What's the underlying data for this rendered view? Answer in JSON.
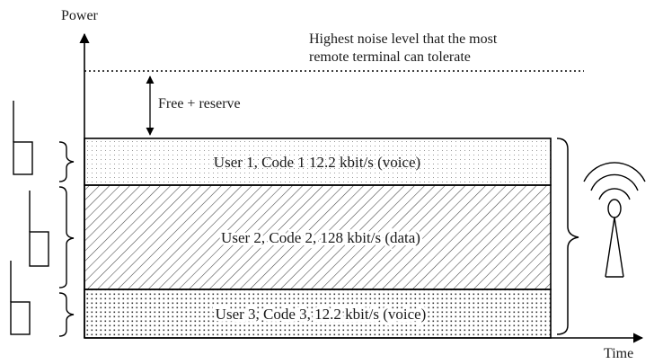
{
  "axes": {
    "y_label": "Power",
    "x_label": "Time"
  },
  "noise_limit_label": {
    "line1": "Highest noise level that the most",
    "line2": "remote terminal can tolerate"
  },
  "free_reserve_label": "Free + reserve",
  "bands": [
    {
      "label": "User 1, Code 1 12.2 kbit/s (voice)",
      "pattern": "light-dots"
    },
    {
      "label": "User 2, Code 2, 128 kbit/s (data)",
      "pattern": "diagonal-hatch"
    },
    {
      "label": "User 3, Code 3, 12.2 kbit/s (voice)",
      "pattern": "dense-dots"
    }
  ],
  "icons": [
    "mobile-terminal-icon",
    "mobile-terminal-icon",
    "mobile-terminal-icon",
    "base-station-antenna-icon"
  ]
}
